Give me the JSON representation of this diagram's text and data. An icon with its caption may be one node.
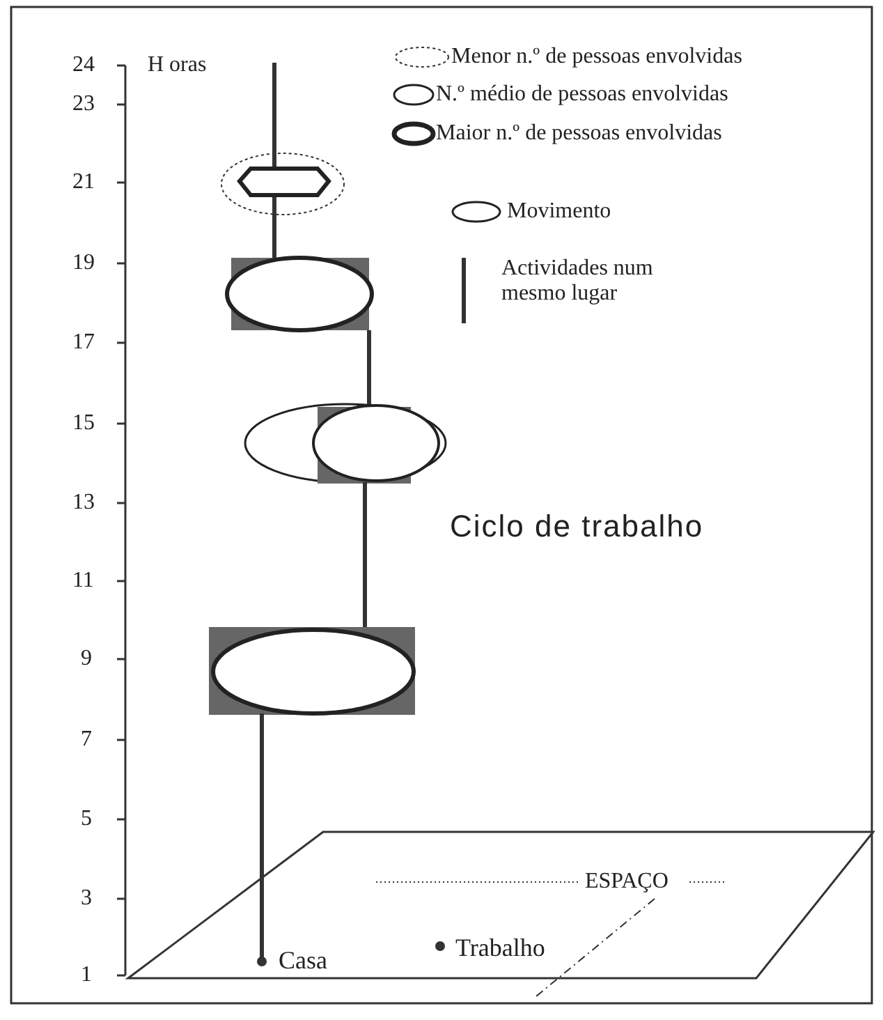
{
  "diagram": {
    "labels": [
      "24",
      "H oras",
      "23",
      "21",
      "19",
      "17",
      "15",
      "13",
      "Ciclo de trabalho",
      "11",
      "9",
      "7",
      "ESPAÇO",
      "5",
      "3",
      "Trabalho",
      "Casa",
      "1"
    ],
    "legend": [
      {
        "text": "Menor n.º de pessoas envolvidas"
      },
      {
        "text": "N.º médio de pessoas envolvidas"
      },
      {
        "text": "Maior n.º de pessoas envolvidas"
      },
      {
        "text": "Movimento"
      },
      {
        "text": "Actividades num mesmo lugar"
      }
    ]
  }
}
